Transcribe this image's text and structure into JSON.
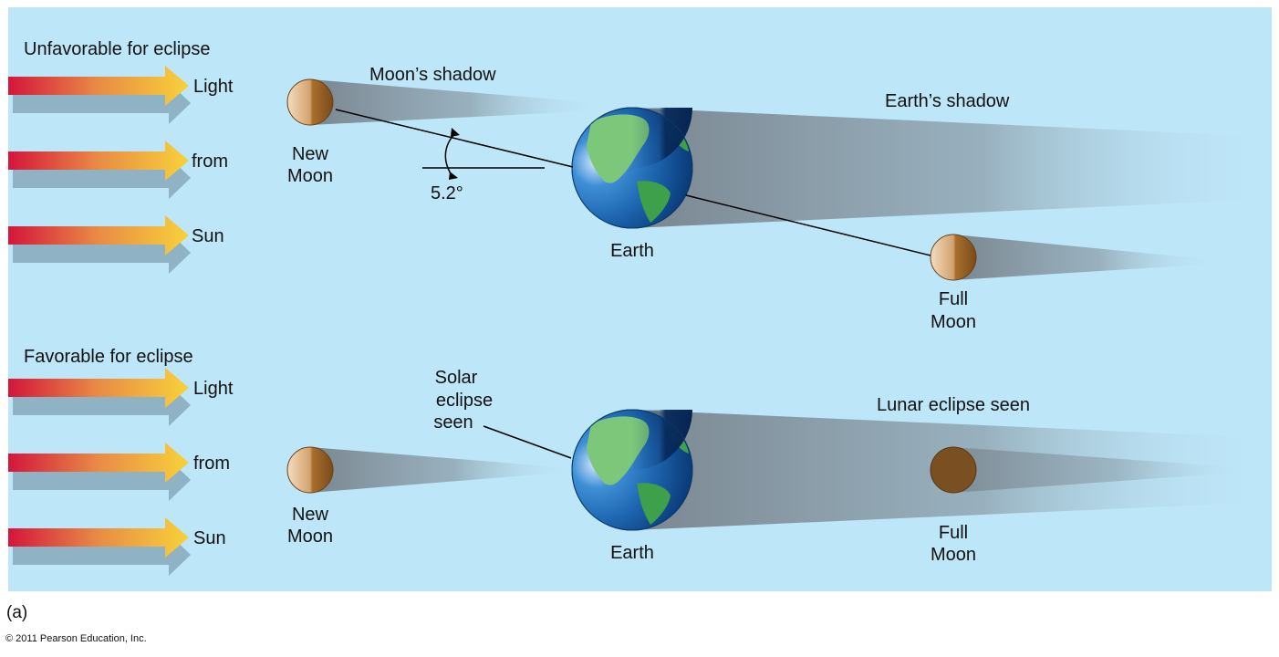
{
  "panels": {
    "top": {
      "title": "Unfavorable for eclipse",
      "arrow_labels": [
        "Light",
        "from",
        "Sun"
      ],
      "moon_shadow_label": "Moon’s shadow",
      "earth_shadow_label": "Earth’s shadow",
      "new_moon_label": [
        "New",
        "Moon"
      ],
      "earth_label": "Earth",
      "full_moon_label": [
        "Full",
        "Moon"
      ],
      "angle_label": "5.2°"
    },
    "bottom": {
      "title": "Favorable for eclipse",
      "arrow_labels": [
        "Light",
        "from",
        "Sun"
      ],
      "solar_eclipse_label": [
        "Solar",
        "eclipse",
        "seen"
      ],
      "lunar_eclipse_label": "Lunar eclipse seen",
      "new_moon_label": [
        "New",
        "Moon"
      ],
      "earth_label": "Earth",
      "full_moon_label": [
        "Full",
        "Moon"
      ]
    }
  },
  "figure_label": "(a)",
  "copyright": "© 2011 Pearson Education, Inc.",
  "colors": {
    "background": "#bde6f8",
    "arrow_start": "#d4163c",
    "arrow_end": "#f8d23a",
    "moon": "#a8702e",
    "eclipsed_moon": "#7a4f22"
  }
}
